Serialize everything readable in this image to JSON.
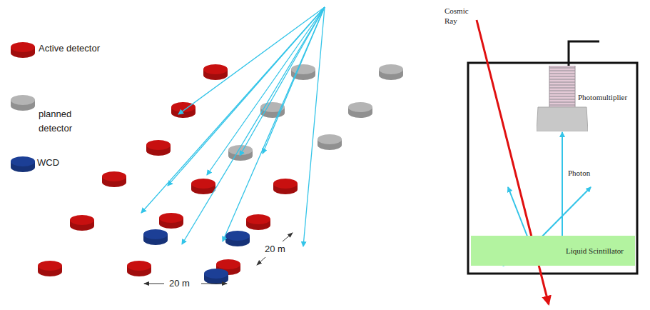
{
  "diagram": {
    "nodes": [
      {
        "text": [
          "Photomultiplier"
        ]
      },
      {
        "text": [
          "Liquid Scintillator"
        ]
      }
    ],
    "edges": [
      {
        "from": 1,
        "to": 0,
        "arrow": "to"
      }
    ],
    "labels": [
      "Cosmic Ray",
      "Photon",
      "20 m",
      "20 m"
    ],
    "legend": [
      {
        "text": "Active detector",
        "color": "#c81010"
      },
      {
        "text": "planned detector",
        "color": "#b4b4b4"
      },
      {
        "text": "WCD",
        "color": "#1c3f96"
      }
    ]
  }
}
